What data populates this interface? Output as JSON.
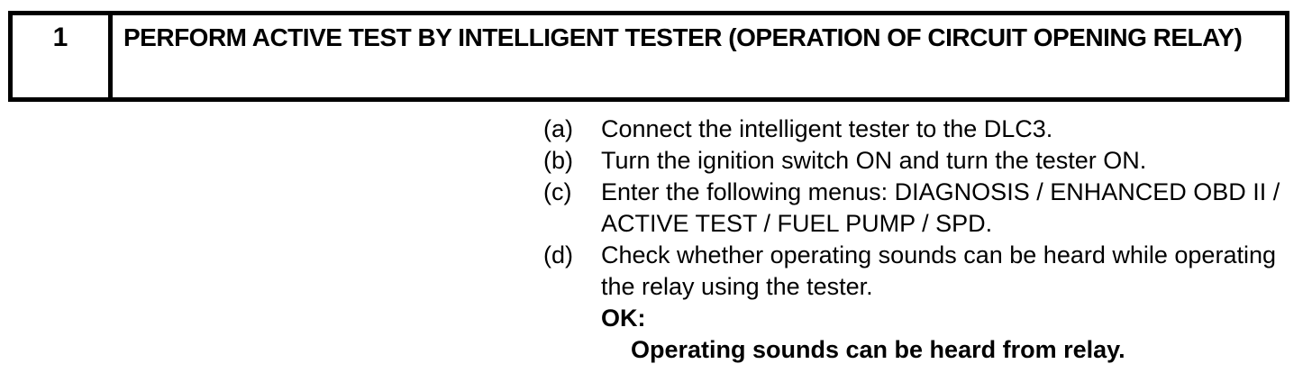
{
  "document": {
    "step_number": "1",
    "step_title": "PERFORM ACTIVE TEST BY INTELLIGENT TESTER (OPERATION OF CIRCUIT OPENING RELAY)"
  },
  "procedure": {
    "steps": [
      {
        "marker": "(a)",
        "text": "Connect the intelligent tester to the DLC3."
      },
      {
        "marker": "(b)",
        "text": "Turn the ignition switch ON and turn the tester ON."
      },
      {
        "marker": "(c)",
        "text": "Enter the following menus: DIAGNOSIS / ENHANCED OBD II / ACTIVE TEST / FUEL PUMP / SPD."
      },
      {
        "marker": "(d)",
        "text": "Check whether operating sounds can be heard while operating the relay using the tester."
      }
    ],
    "ok_label": "OK:",
    "ok_result": "Operating sounds can be heard from relay."
  },
  "colors": {
    "text": "#000000",
    "background": "#ffffff",
    "border": "#000000"
  }
}
